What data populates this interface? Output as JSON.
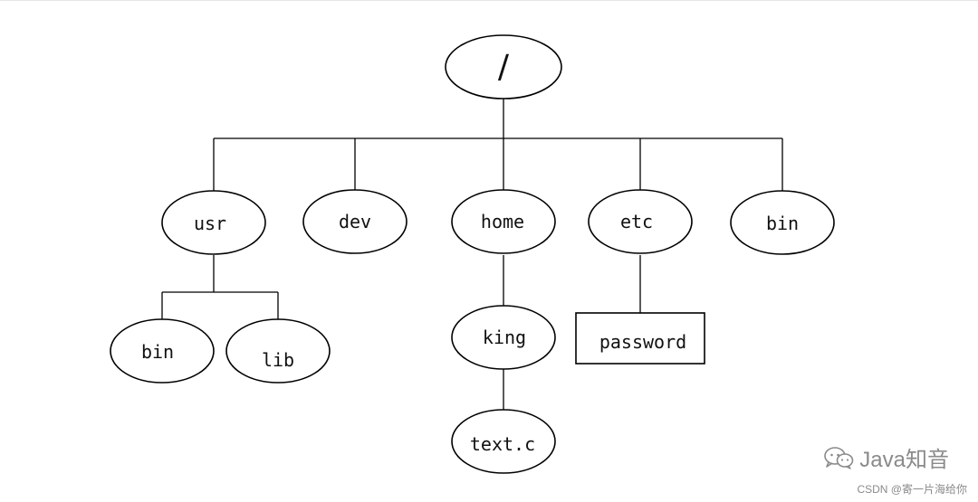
{
  "tree": {
    "root": "/",
    "children": [
      {
        "label": "usr",
        "children": [
          {
            "label": "bin"
          },
          {
            "label": "lib"
          }
        ]
      },
      {
        "label": "dev"
      },
      {
        "label": "home",
        "children": [
          {
            "label": "king",
            "children": [
              {
                "label": "text.c"
              }
            ]
          }
        ]
      },
      {
        "label": "etc",
        "children": [
          {
            "label": "password",
            "shape": "rectangle"
          }
        ]
      },
      {
        "label": "bin"
      }
    ]
  },
  "watermark": {
    "brand": "Java知音",
    "icon": "wechat-icon",
    "credit": "CSDN @寄一片海给你"
  },
  "colors": {
    "line": "#000000",
    "background": "#ffffff",
    "watermark": "#8a8a8a"
  }
}
